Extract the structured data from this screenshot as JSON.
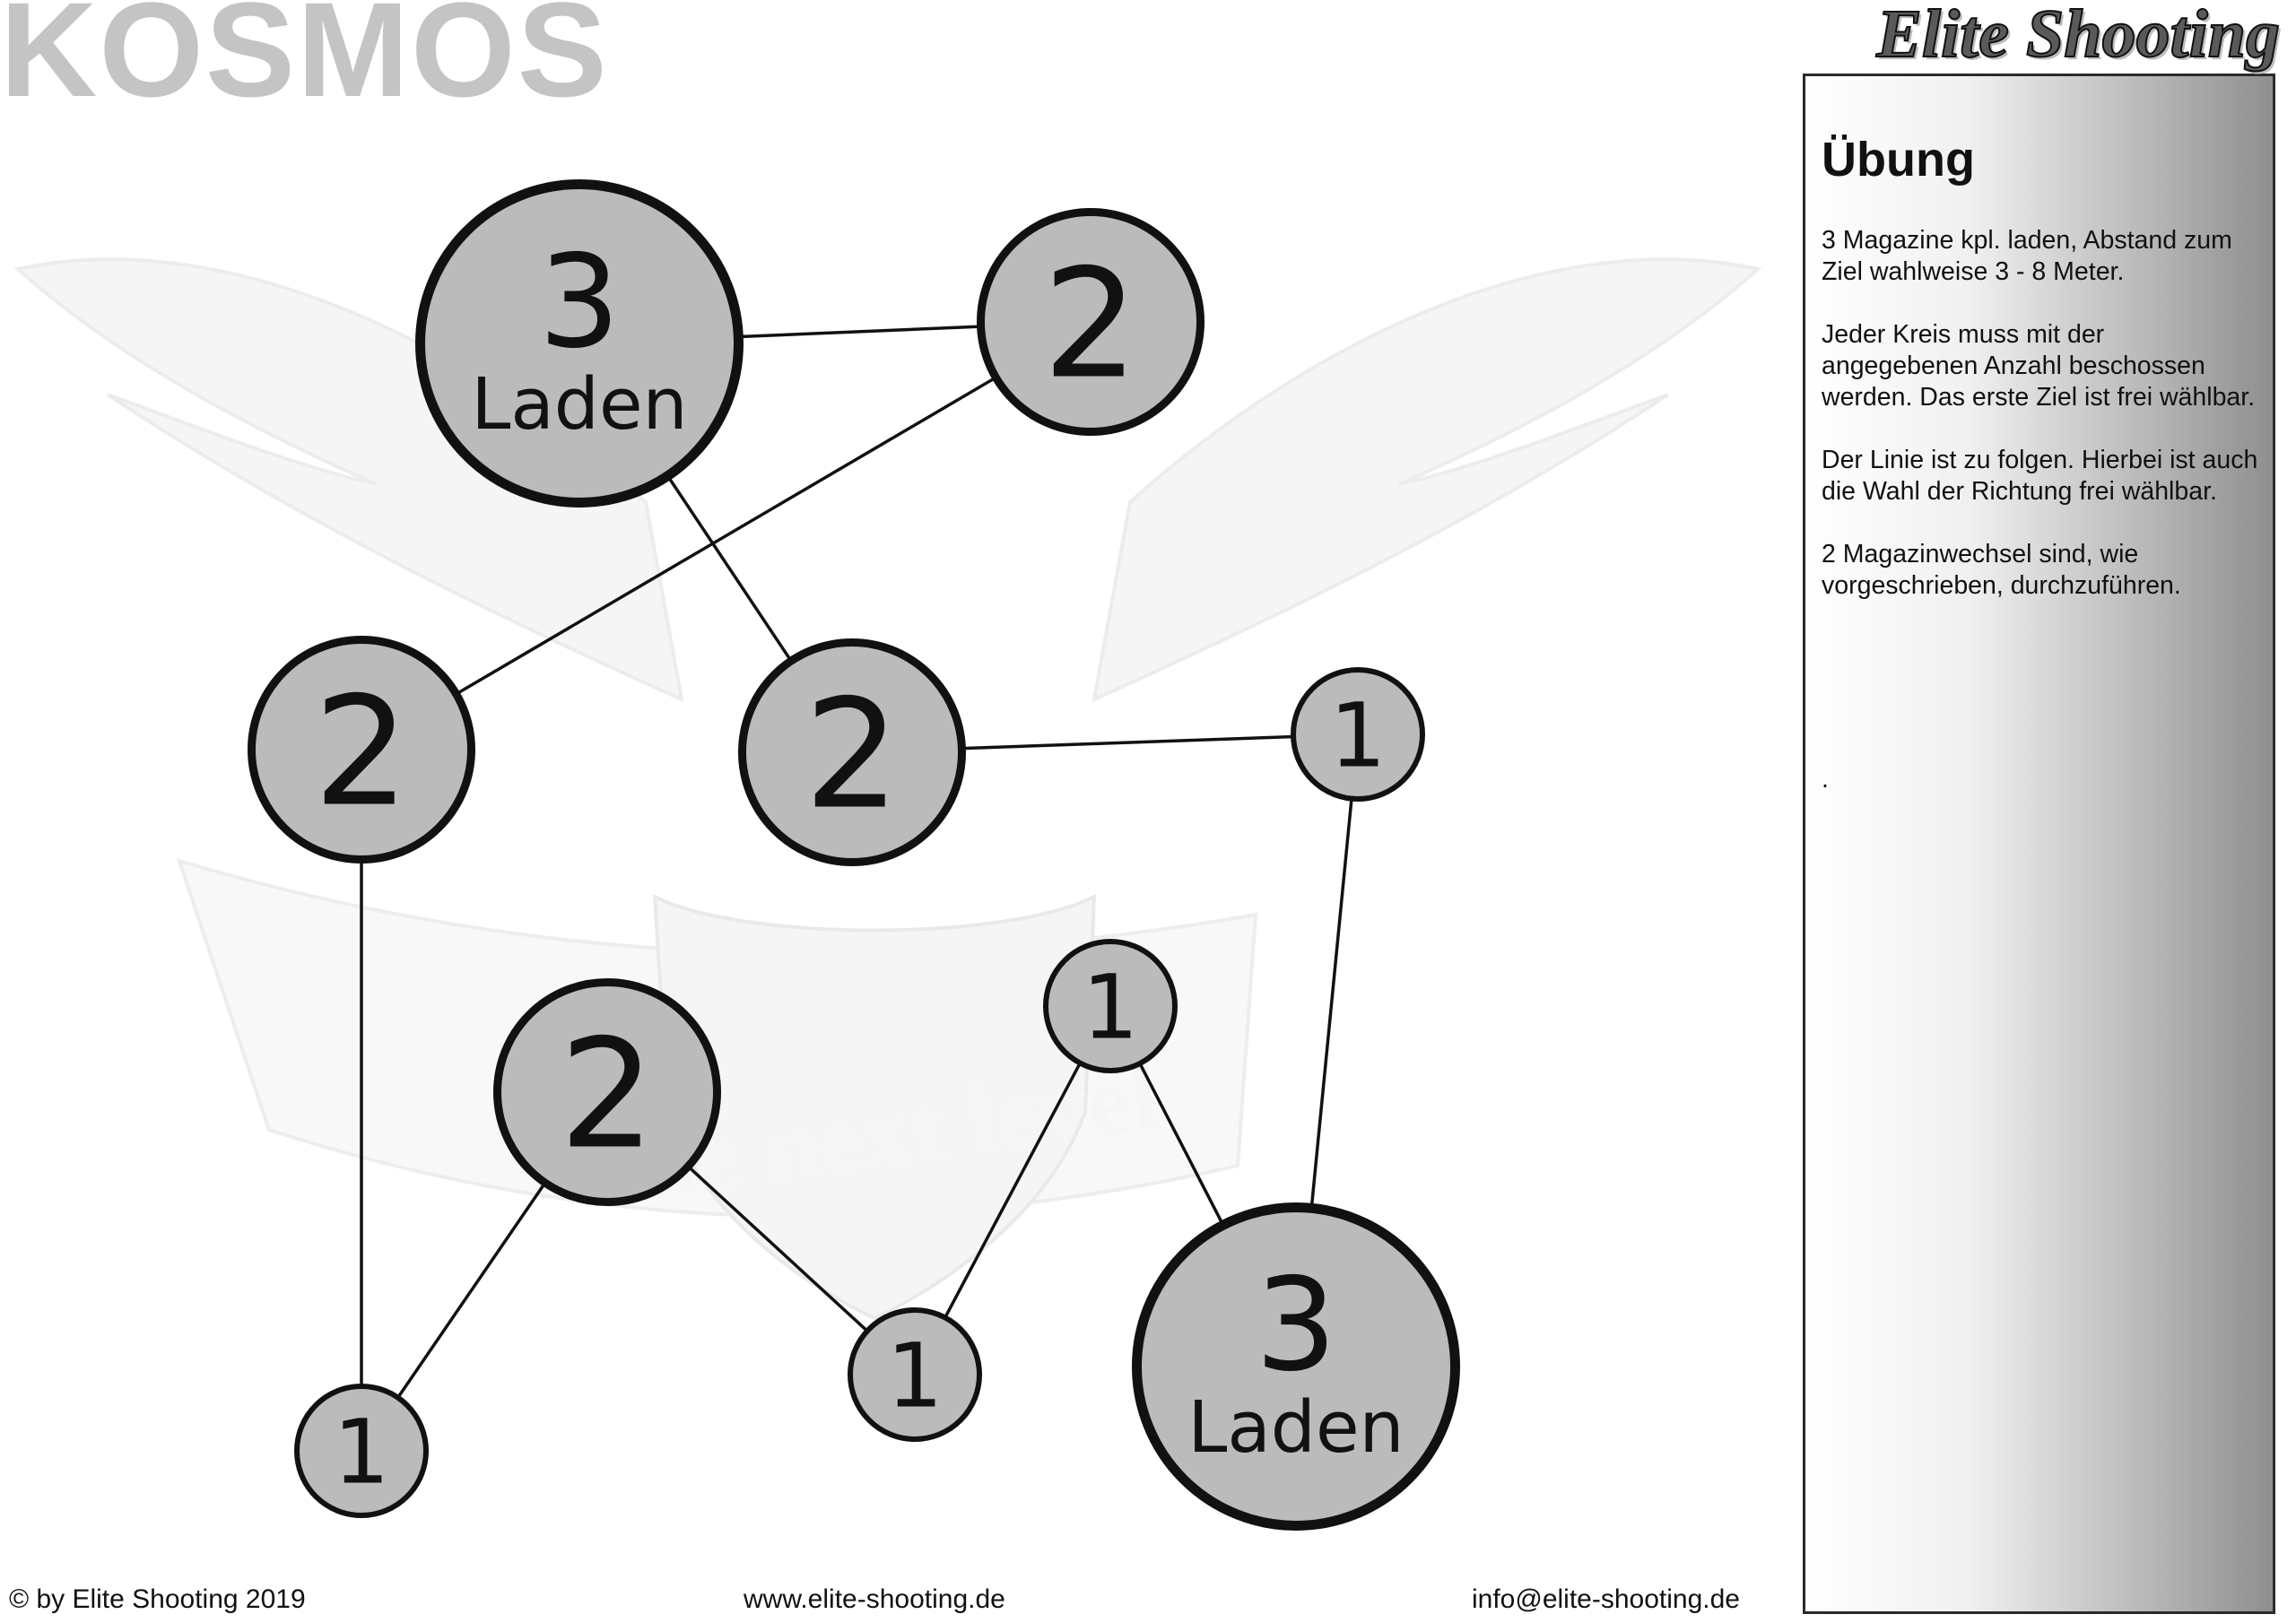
{
  "page": {
    "title": "KOSMOS",
    "brand": "Elite Shooting"
  },
  "watermark": {
    "motto": "the next level",
    "icon": "eagle-emblem-icon"
  },
  "panel": {
    "heading": "Übung",
    "paragraphs": [
      "3 Magazine kpl. laden, Abstand zum Ziel wahlweise 3 - 8 Meter.",
      "Jeder Kreis muss mit der angegebenen Anzahl beschossen werden. Das erste Ziel ist frei wählbar.",
      "Der Linie ist zu folgen. Hierbei ist auch die Wahl der Richtung frei wählbar.",
      "2 Magazinwechsel sind, wie vorgeschrieben, durchzuführen."
    ],
    "trailing": "."
  },
  "footer": {
    "copyright": "© by Elite Shooting 2019",
    "website": "www.elite-shooting.de",
    "email": "info@elite-shooting.de"
  },
  "colors": {
    "node_fill": "#bbbbbb",
    "node_stroke": "#111111",
    "title_gray": "#c4c4c4"
  },
  "diagram": {
    "nodes": [
      {
        "id": "n1",
        "number": "3",
        "label": "Laden"
      },
      {
        "id": "n2",
        "number": "2",
        "label": ""
      },
      {
        "id": "n3",
        "number": "2",
        "label": ""
      },
      {
        "id": "n4",
        "number": "2",
        "label": ""
      },
      {
        "id": "n5",
        "number": "1",
        "label": ""
      },
      {
        "id": "n6",
        "number": "2",
        "label": ""
      },
      {
        "id": "n7",
        "number": "1",
        "label": ""
      },
      {
        "id": "n8",
        "number": "1",
        "label": ""
      },
      {
        "id": "n9",
        "number": "1",
        "label": ""
      },
      {
        "id": "n10",
        "number": "3",
        "label": "Laden"
      }
    ],
    "edges": [
      [
        "n1",
        "n2"
      ],
      [
        "n2",
        "n3"
      ],
      [
        "n1",
        "n4"
      ],
      [
        "n4",
        "n5"
      ],
      [
        "n5",
        "n10"
      ],
      [
        "n3",
        "n8"
      ],
      [
        "n8",
        "n6"
      ],
      [
        "n6",
        "n9"
      ],
      [
        "n9",
        "n7"
      ],
      [
        "n7",
        "n10"
      ]
    ]
  }
}
